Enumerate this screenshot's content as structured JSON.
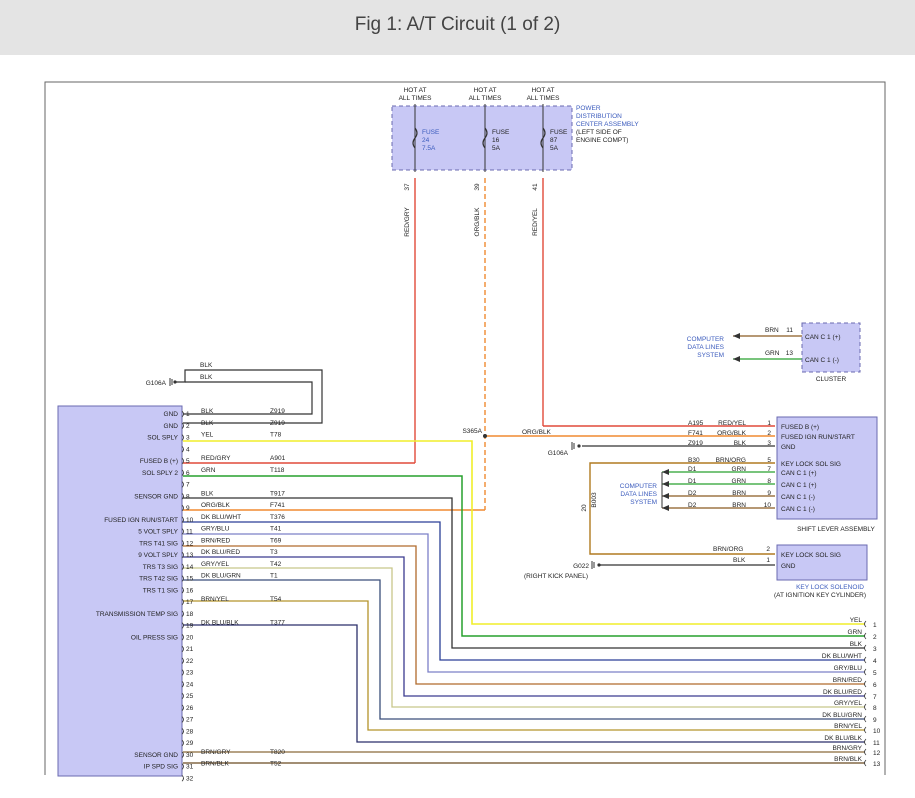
{
  "header": {
    "title": "Fig 1: A/T Circuit (1 of 2)"
  },
  "pdc": {
    "hot_labels": [
      "HOT AT ALL TIMES",
      "HOT AT ALL TIMES",
      "HOT AT ALL TIMES"
    ],
    "fuses": [
      {
        "name": "FUSE",
        "num": "24",
        "amp": "7.5A",
        "pin": "37",
        "wire": "RED/GRY"
      },
      {
        "name": "FUSE",
        "num": "16",
        "amp": "5A",
        "pin": "39",
        "wire": "ORG/BLK"
      },
      {
        "name": "FUSE",
        "num": "87",
        "amp": "5A",
        "pin": "41",
        "wire": "RED/YEL"
      }
    ],
    "label_lines": [
      "POWER",
      "DISTRIBUTION",
      "CENTER ASSEMBLY",
      "(LEFT SIDE OF",
      "ENGINE COMPT)"
    ]
  },
  "cluster": {
    "name": "CLUSTER",
    "cdl_lines": [
      "COMPUTER",
      "DATA LINES",
      "SYSTEM"
    ],
    "pins": [
      {
        "wire": "BRN",
        "num": "11",
        "label": "CAN C 1 (+)"
      },
      {
        "wire": "GRN",
        "num": "13",
        "label": "CAN C 1 (-)"
      }
    ]
  },
  "ground_top": {
    "label": "G106A",
    "wire1": "BLK",
    "wire2": "BLK"
  },
  "splice": {
    "label": "S365A",
    "wire": "ORG/BLK"
  },
  "tcm": {
    "pins": [
      {
        "num": "1",
        "label": "GND",
        "color": "BLK",
        "circuit": "Z919"
      },
      {
        "num": "2",
        "label": "GND",
        "color": "BLK",
        "circuit": "Z919"
      },
      {
        "num": "3",
        "label": "SOL SPLY",
        "color": "YEL",
        "circuit": "T78"
      },
      {
        "num": "4",
        "label": "",
        "color": "",
        "circuit": ""
      },
      {
        "num": "5",
        "label": "FUSED B (+)",
        "color": "RED/GRY",
        "circuit": "A901"
      },
      {
        "num": "6",
        "label": "SOL SPLY 2",
        "color": "GRN",
        "circuit": "T118"
      },
      {
        "num": "7",
        "label": "",
        "color": "",
        "circuit": ""
      },
      {
        "num": "8",
        "label": "SENSOR GND",
        "color": "BLK",
        "circuit": "T917"
      },
      {
        "num": "9",
        "label": "",
        "color": "ORG/BLK",
        "circuit": "F741"
      },
      {
        "num": "10",
        "label": "FUSED IGN RUN/START",
        "color": "DK BLU/WHT",
        "circuit": "T376"
      },
      {
        "num": "11",
        "label": "5 VOLT SPLY",
        "color": "GRY/BLU",
        "circuit": "T41"
      },
      {
        "num": "12",
        "label": "TRS T41 SIG",
        "color": "BRN/RED",
        "circuit": "T69"
      },
      {
        "num": "13",
        "label": "9 VOLT SPLY",
        "color": "DK BLU/RED",
        "circuit": "T3"
      },
      {
        "num": "14",
        "label": "TRS T3 SIG",
        "color": "GRY/YEL",
        "circuit": "T42"
      },
      {
        "num": "15",
        "label": "TRS T42 SIG",
        "color": "DK BLU/GRN",
        "circuit": "T1"
      },
      {
        "num": "16",
        "label": "TRS T1 SIG",
        "color": "",
        "circuit": ""
      },
      {
        "num": "17",
        "label": "",
        "color": "BRN/YEL",
        "circuit": "T54"
      },
      {
        "num": "18",
        "label": "TRANSMISSION TEMP SIG",
        "color": "",
        "circuit": ""
      },
      {
        "num": "19",
        "label": "",
        "color": "DK BLU/BLK",
        "circuit": "T377"
      },
      {
        "num": "20",
        "label": "OIL PRESS SIG",
        "color": "",
        "circuit": ""
      },
      {
        "num": "21",
        "label": "",
        "color": "",
        "circuit": ""
      },
      {
        "num": "22",
        "label": "",
        "color": "",
        "circuit": ""
      },
      {
        "num": "23",
        "label": "",
        "color": "",
        "circuit": ""
      },
      {
        "num": "24",
        "label": "",
        "color": "",
        "circuit": ""
      },
      {
        "num": "25",
        "label": "",
        "color": "",
        "circuit": ""
      },
      {
        "num": "26",
        "label": "",
        "color": "",
        "circuit": ""
      },
      {
        "num": "27",
        "label": "",
        "color": "",
        "circuit": ""
      },
      {
        "num": "28",
        "label": "",
        "color": "",
        "circuit": ""
      },
      {
        "num": "29",
        "label": "",
        "color": "",
        "circuit": ""
      },
      {
        "num": "30",
        "label": "SENSOR GND",
        "color": "BRN/GRY",
        "circuit": "T820"
      },
      {
        "num": "31",
        "label": "IP SPD SIG",
        "color": "BRN/BLK",
        "circuit": "T52"
      },
      {
        "num": "32",
        "label": "",
        "color": "",
        "circuit": ""
      }
    ]
  },
  "shift_lever": {
    "name": "SHIFT LEVER ASSEMBLY",
    "pins": [
      {
        "circuit": "A195",
        "color": "RED/YEL",
        "num": "1",
        "label": "FUSED B (+)"
      },
      {
        "circuit": "F741",
        "color": "ORG/BLK",
        "num": "2",
        "label": "FUSED IGN RUN/START"
      },
      {
        "circuit": "Z919",
        "color": "BLK",
        "num": "3",
        "label": "GND"
      },
      {
        "circuit": "B30",
        "color": "BRN/ORG",
        "num": "5",
        "label": "KEY LOCK SOL SIG"
      },
      {
        "circuit": "D1",
        "color": "GRN",
        "num": "7",
        "label": "CAN C 1 (+)"
      },
      {
        "circuit": "D1",
        "color": "GRN",
        "num": "8",
        "label": "CAN C 1 (+)"
      },
      {
        "circuit": "D2",
        "color": "BRN",
        "num": "9",
        "label": "CAN C 1 (-)"
      },
      {
        "circuit": "D2",
        "color": "BRN",
        "num": "10",
        "label": "CAN C 1 (-)"
      }
    ],
    "ground": "G106A",
    "cdl_lines": [
      "COMPUTER",
      "DATA LINES",
      "SYSTEM"
    ],
    "vertical_wire": {
      "pin": "20",
      "circuit": "B003"
    }
  },
  "key_lock": {
    "name": "KEY LOCK SOLENOID",
    "sub": "(AT IGNITION KEY CYLINDER)",
    "pins": [
      {
        "color": "BRN/ORG",
        "num": "2",
        "label": "KEY LOCK SOL SIG"
      },
      {
        "color": "BLK",
        "num": "1",
        "label": "GND"
      }
    ],
    "ground": "G022",
    "ground_sub": "(RIGHT KICK PANEL)"
  },
  "output": {
    "wires": [
      {
        "color": "YEL",
        "num": "1",
        "hex": "#f0ee2a"
      },
      {
        "color": "GRN",
        "num": "2",
        "hex": "#27a12d"
      },
      {
        "color": "BLK",
        "num": "3",
        "hex": "#333333"
      },
      {
        "color": "DK BLU/WHT",
        "num": "4",
        "hex": "#2a3f96"
      },
      {
        "color": "GRY/BLU",
        "num": "5",
        "hex": "#7c80c8"
      },
      {
        "color": "BRN/RED",
        "num": "6",
        "hex": "#b06a2c"
      },
      {
        "color": "DK BLU/RED",
        "num": "7",
        "hex": "#3b3a8f"
      },
      {
        "color": "GRY/YEL",
        "num": "8",
        "hex": "#c8c78a"
      },
      {
        "color": "DK BLU/GRN",
        "num": "9",
        "hex": "#3a4e7a"
      },
      {
        "color": "BRN/YEL",
        "num": "10",
        "hex": "#b3932a"
      },
      {
        "color": "DK BLU/BLK",
        "num": "11",
        "hex": "#2b2f6a"
      },
      {
        "color": "BRN/GRY",
        "num": "12",
        "hex": "#8a6a3a"
      },
      {
        "color": "BRN/BLK",
        "num": "13",
        "hex": "#6b4a20"
      }
    ]
  },
  "colors": {
    "module_fill": "#c8c8f5",
    "module_border": "#6a6ab0",
    "red": "#e04a3a",
    "orange": "#f08a30",
    "yellow": "#f0ee2a",
    "green": "#27a12d",
    "black": "#333333",
    "brown": "#8a5a20",
    "label_blue": "#3b5bbd"
  }
}
